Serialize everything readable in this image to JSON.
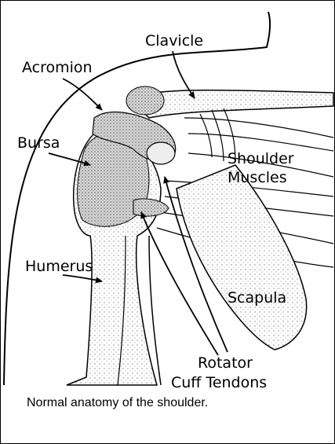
{
  "labels": {
    "clavicle": "Clavicle",
    "acromion": "Acromion",
    "bursa": "Bursa",
    "shoulder_line1": "Shoulder",
    "shoulder_line2": "Muscles",
    "humerus": "Humerus",
    "scapula": "Scapula",
    "rotator_line1": "Rotator",
    "rotator_line2": "Cuff Tendons"
  },
  "caption": "Normal anatomy of the shoulder."
}
